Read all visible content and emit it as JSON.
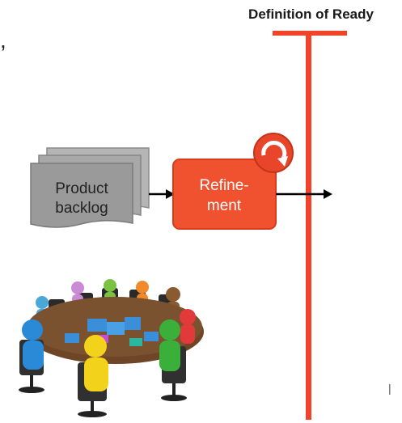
{
  "title": "Definition of Ready",
  "product_backlog": {
    "line1": "Product",
    "line2": "backlog"
  },
  "refinement": {
    "line1": "Refine-",
    "line2": "ment"
  },
  "page_mark": "|",
  "colors": {
    "red_line": "#f0432a",
    "refinement_fill": "#f0512e",
    "document_fill": "#9a9a9a",
    "table": "#7a5230",
    "puzzle": "#3a8fd8"
  },
  "icons": [
    "refresh-loop-icon",
    "document-stack-icon",
    "team-meeting-illustration"
  ]
}
